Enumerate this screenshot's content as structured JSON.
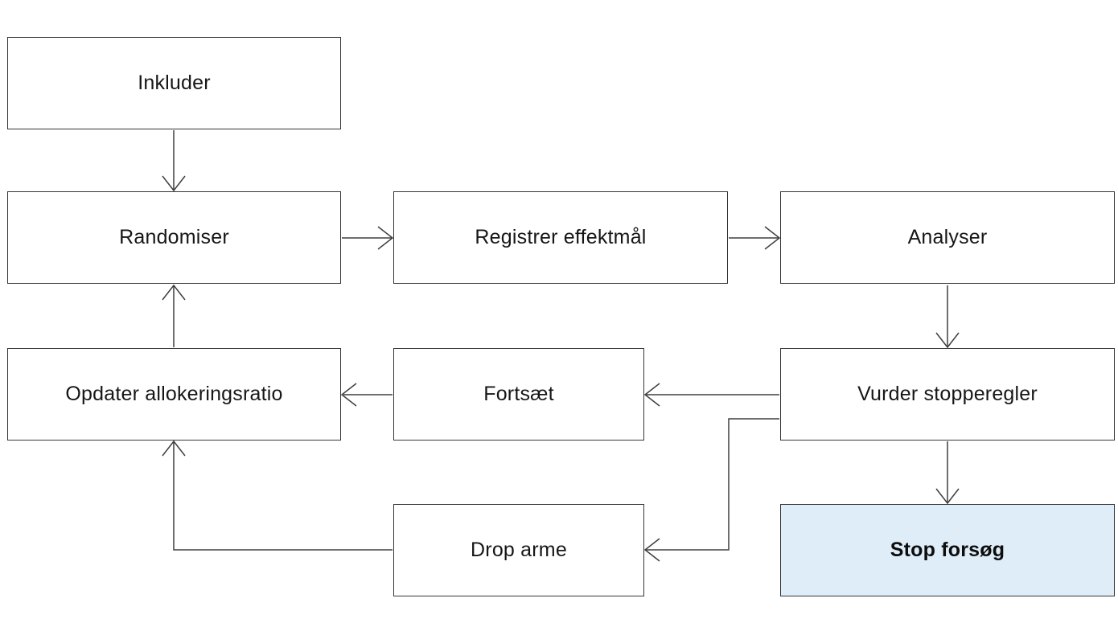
{
  "diagram": {
    "type": "flowchart",
    "colors": {
      "background": "#ffffff",
      "box_fill": "#ffffff",
      "box_border": "#363636",
      "connector": "#3f3f3f",
      "text": "#161616",
      "highlight_fill": "#dfedf8"
    },
    "nodes": [
      {
        "id": "inkluder",
        "label": "Inkluder",
        "highlighted": false
      },
      {
        "id": "randomiser",
        "label": "Randomiser",
        "highlighted": false
      },
      {
        "id": "registrer",
        "label": "Registrer effektmål",
        "highlighted": false
      },
      {
        "id": "analyser",
        "label": "Analyser",
        "highlighted": false
      },
      {
        "id": "opdater",
        "label": "Opdater allokeringsratio",
        "highlighted": false
      },
      {
        "id": "fortsaet",
        "label": "Fortsæt",
        "highlighted": false
      },
      {
        "id": "vurder",
        "label": "Vurder stopperegler",
        "highlighted": false
      },
      {
        "id": "droparme",
        "label": "Drop arme",
        "highlighted": false
      },
      {
        "id": "stop",
        "label": "Stop forsøg",
        "highlighted": true
      }
    ],
    "edges": [
      {
        "from": "Inkluder",
        "to": "Randomiser"
      },
      {
        "from": "Randomiser",
        "to": "Registrer effektmål"
      },
      {
        "from": "Registrer effektmål",
        "to": "Analyser"
      },
      {
        "from": "Analyser",
        "to": "Vurder stopperegler"
      },
      {
        "from": "Vurder stopperegler",
        "to": "Fortsæt"
      },
      {
        "from": "Fortsæt",
        "to": "Opdater allokeringsratio"
      },
      {
        "from": "Opdater allokeringsratio",
        "to": "Randomiser"
      },
      {
        "from": "Vurder stopperegler",
        "to": "Stop forsøg"
      },
      {
        "from": "Vurder stopperegler",
        "to": "Drop arme"
      },
      {
        "from": "Drop arme",
        "to": "Opdater allokeringsratio"
      }
    ]
  }
}
